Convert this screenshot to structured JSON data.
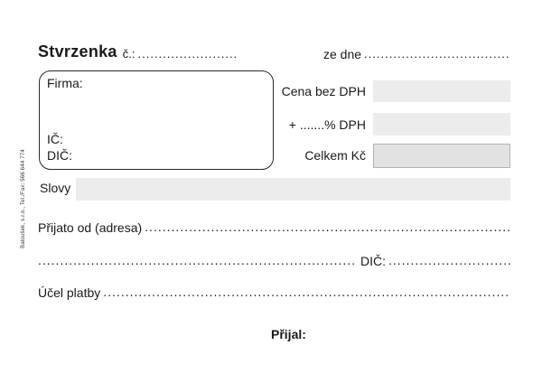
{
  "colors": {
    "field_fill": "#ececec",
    "total_fill": "#e2e2e2",
    "total_border": "#b3b3b3",
    "ink": "#1a1a1a"
  },
  "header": {
    "title": "Stvrzenka",
    "number_label": "č.:",
    "date_label": "ze dne"
  },
  "company_box": {
    "company_label": "Firma:",
    "company_id_label": "IČ:",
    "tax_id_label": "DIČ:"
  },
  "amounts": {
    "price_without_vat_label": "Cena bez DPH",
    "vat_label": "+ .......% DPH",
    "total_label": "Celkem Kč"
  },
  "in_words_label": "Slovy",
  "received_from_label": "Přijato od (adresa)",
  "tax_id_inline_label": "DIČ:",
  "purpose_label": "Účel platby",
  "received_by_label": "Přijal:",
  "printer_note": "Baloušek, s.r.o., Tel./Fax: 566 644 774",
  "leader_dots": "........................................................................................................................................................................................................................................................"
}
